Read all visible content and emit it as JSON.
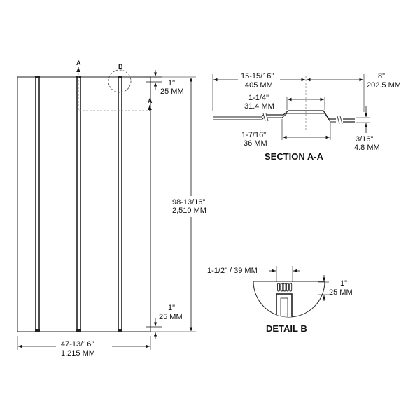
{
  "plan": {
    "section_marker": "A",
    "detail_marker": "B",
    "top_offset": [
      "1\"",
      "25 MM"
    ],
    "bottom_offset": [
      "1\"",
      "25 MM"
    ],
    "height": [
      "98-13/16\"",
      "2,510 MM"
    ],
    "width": [
      "47-13/16\"",
      "1,215 MM"
    ]
  },
  "section": {
    "title": "SECTION A-A",
    "half_width": [
      "15-15/16\"",
      "405 MM"
    ],
    "right_width": [
      "8\"",
      "202.5 MM"
    ],
    "top_channel": [
      "1-1/4\"",
      "31.4 MM"
    ],
    "bottom_channel": [
      "1-7/16\"",
      "36 MM"
    ],
    "depth": [
      "3/16\"",
      "4.8 MM"
    ]
  },
  "detail": {
    "title": "DETAIL B",
    "slot_width": "1-1/2\" / 39 MM",
    "offset": [
      "1\"",
      "25 MM"
    ]
  }
}
